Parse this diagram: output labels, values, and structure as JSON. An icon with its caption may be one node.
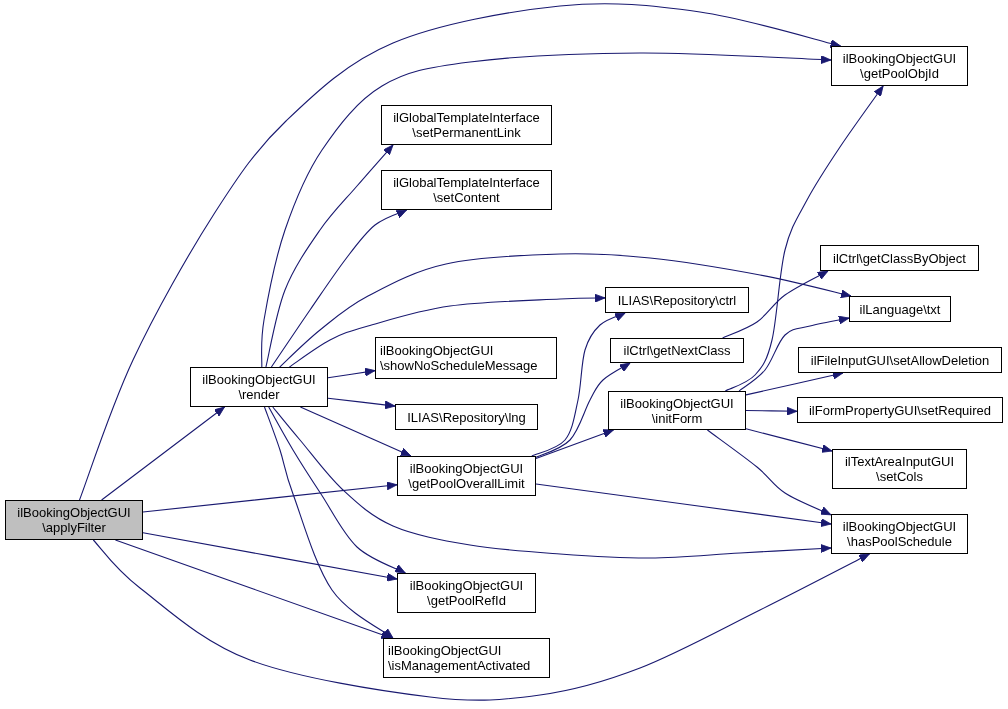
{
  "diagram": {
    "nodes": [
      {
        "text": [
          "ilBookingObjectGUI \\applyFilter"
        ]
      },
      {
        "text": [
          "ilBookingObjectGUI \\render"
        ]
      },
      {
        "text": [
          "ilBookingObjectGUI \\getPoolObjId"
        ]
      },
      {
        "text": [
          "ilGlobalTemplateInterface \\setPermanentLink"
        ]
      },
      {
        "text": [
          "ilGlobalTemplateInterface \\setContent"
        ]
      },
      {
        "text": [
          "ILIAS\\Repository\\ctrl"
        ]
      },
      {
        "text": [
          "ilCtrl\\getClassByObject"
        ]
      },
      {
        "text": [
          "ilLanguage\\txt"
        ]
      },
      {
        "text": [
          "ilBookingObjectGUI \\showNoScheduleMessage"
        ]
      },
      {
        "text": [
          "ILIAS\\Repository\\lng"
        ]
      },
      {
        "text": [
          "ilBookingObjectGUI \\getPoolOverallLimit"
        ]
      },
      {
        "text": [
          "ilCtrl\\getNextClass"
        ]
      },
      {
        "text": [
          "ilBookingObjectGUI \\initForm"
        ]
      },
      {
        "text": [
          "ilFileInputGUI\\setAllowDeletion"
        ]
      },
      {
        "text": [
          "ilFormPropertyGUI\\setRequired"
        ]
      },
      {
        "text": [
          "ilTextAreaInputGUI \\setCols"
        ]
      },
      {
        "text": [
          "ilBookingObjectGUI \\hasPoolSchedule"
        ]
      },
      {
        "text": [
          "ilBookingObjectGUI \\getPoolRefId"
        ]
      },
      {
        "text": [
          "ilBookingObjectGUI \\isManagementActivated"
        ]
      }
    ],
    "edges": [
      {
        "from": 0,
        "to": 1,
        "arrow": "to"
      },
      {
        "from": 0,
        "to": 2,
        "arrow": "to"
      },
      {
        "from": 1,
        "to": 2,
        "arrow": "to"
      },
      {
        "from": 1,
        "to": 3,
        "arrow": "to"
      },
      {
        "from": 1,
        "to": 4,
        "arrow": "to"
      },
      {
        "from": 1,
        "to": 7,
        "arrow": "to"
      },
      {
        "from": 1,
        "to": 5,
        "arrow": "to"
      },
      {
        "from": 1,
        "to": 8,
        "arrow": "to"
      },
      {
        "from": 1,
        "to": 9,
        "arrow": "to"
      },
      {
        "from": 1,
        "to": 10,
        "arrow": "to"
      },
      {
        "from": 1,
        "to": 16,
        "arrow": "to"
      },
      {
        "from": 1,
        "to": 17,
        "arrow": "to"
      },
      {
        "from": 1,
        "to": 18,
        "arrow": "to"
      },
      {
        "from": 0,
        "to": 10,
        "arrow": "to"
      },
      {
        "from": 0,
        "to": 17,
        "arrow": "to"
      },
      {
        "from": 0,
        "to": 18,
        "arrow": "to"
      },
      {
        "from": 0,
        "to": 16,
        "arrow": "to"
      },
      {
        "from": 10,
        "to": 5,
        "arrow": "to"
      },
      {
        "from": 10,
        "to": 11,
        "arrow": "to"
      },
      {
        "from": 10,
        "to": 12,
        "arrow": "to"
      },
      {
        "from": 10,
        "to": 16,
        "arrow": "to"
      },
      {
        "from": 11,
        "to": 6,
        "arrow": "to"
      },
      {
        "from": 12,
        "to": 2,
        "arrow": "to"
      },
      {
        "from": 12,
        "to": 7,
        "arrow": "to"
      },
      {
        "from": 12,
        "to": 13,
        "arrow": "to"
      },
      {
        "from": 12,
        "to": 14,
        "arrow": "to"
      },
      {
        "from": 12,
        "to": 15,
        "arrow": "to"
      },
      {
        "from": 12,
        "to": 16,
        "arrow": "to"
      }
    ]
  }
}
